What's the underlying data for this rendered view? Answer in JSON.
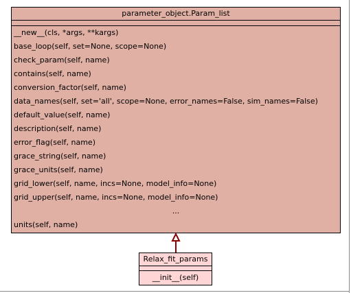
{
  "parent_class": {
    "name": "parameter_object.Param_list",
    "methods": [
      "__new__(cls, *args, **kargs)",
      "base_loop(self, set=None, scope=None)",
      "check_param(self, name)",
      "contains(self, name)",
      "conversion_factor(self, name)",
      "data_names(self, set='all', scope=None, error_names=False, sim_names=False)",
      "default_value(self, name)",
      "description(self, name)",
      "error_flag(self, name)",
      "grace_string(self, name)",
      "grace_units(self, name)",
      "grid_lower(self, name, incs=None, model_info=None)",
      "grid_upper(self, name, incs=None, model_info=None)",
      "...",
      "units(self, name)"
    ]
  },
  "child_class": {
    "name": "Relax_fit_params",
    "methods": [
      "__init__(self)"
    ]
  },
  "colors": {
    "parent_fill": "#e0b0a4",
    "child_fill": "#ffd5d5",
    "arrow": "#8b0000",
    "border": "#000000"
  }
}
